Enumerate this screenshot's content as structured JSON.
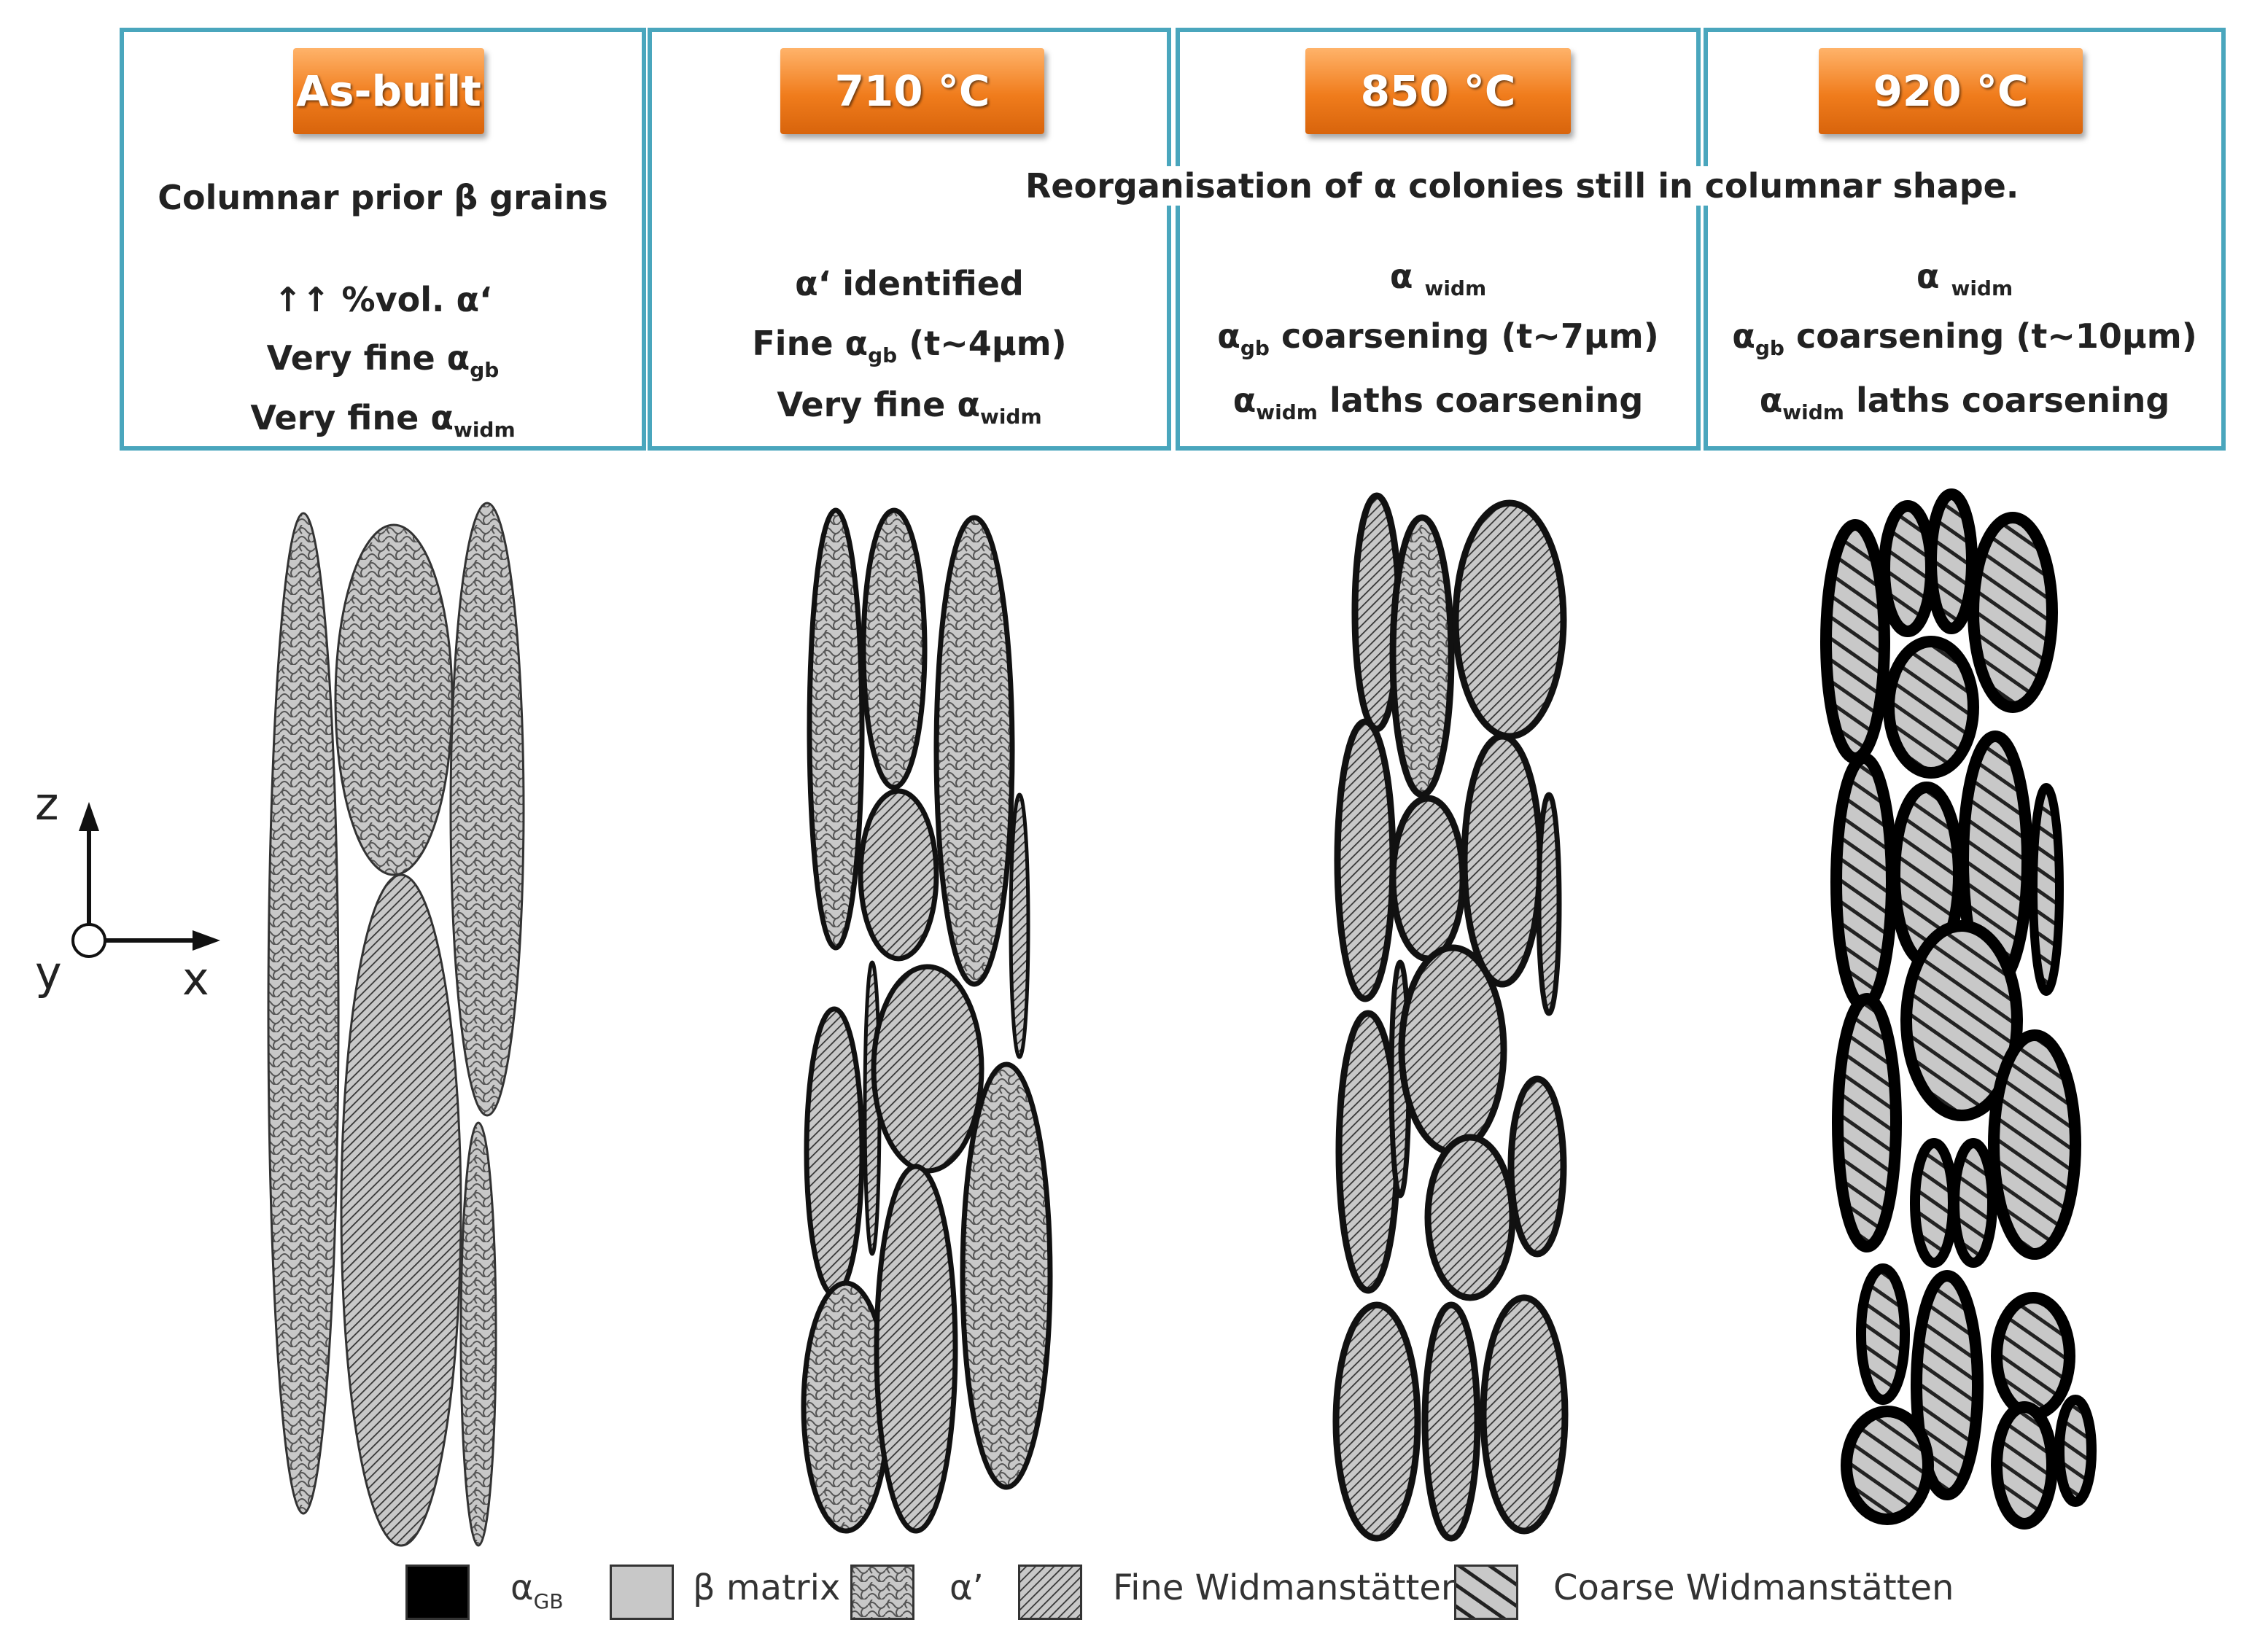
{
  "panels": [
    {
      "title": "As-built",
      "line1": "Columnar prior β grains",
      "line2": "↑↑ %vol. α‘",
      "line3_main": "Very fine α",
      "line3_sub": "gb",
      "line4_main": "Very fine α",
      "line4_sub": "widm"
    },
    {
      "title": "710 °C",
      "line1_main": "α‘ identified",
      "line2_main": "Fine α",
      "line2_sub": "gb",
      "line2_tail": "(t~4μm)",
      "line3_main": "Very fine α",
      "line3_sub": "widm"
    },
    {
      "title": "850 °C",
      "line1_main": "α",
      "line1_sub": "widm",
      "line2_main": "α",
      "line2_sub": "gb",
      "line2_tail": "coarsening  (t~7μm)",
      "line3_main": "α",
      "line3_sub": "widm",
      "line3_tail": "laths coarsening"
    },
    {
      "title": "920 °C",
      "line1_main": "α",
      "line1_sub": "widm",
      "line2_main": "α",
      "line2_sub": "gb",
      "line2_tail": "coarsening (t~10μm)",
      "line3_main": "α",
      "line3_sub": "widm",
      "line3_tail": "laths coarsening"
    }
  ],
  "shared_note": "Reorganisation of α colonies  still in columnar shape.",
  "axes": {
    "z": "z",
    "x": "x",
    "y": "y"
  },
  "legend": [
    {
      "label_main": "α",
      "label_sub": "GB",
      "fill": "#000000"
    },
    {
      "label_main": "β matrix",
      "label_sub": "",
      "fill": "#c8c8c8"
    },
    {
      "label_main": "α’",
      "label_sub": "",
      "fill": "pattern-alpha-prime"
    },
    {
      "label_main": "Fine Widmanstätten",
      "label_sub": "",
      "fill": "pattern-fine-widm"
    },
    {
      "label_main": "Coarse Widmanstätten",
      "label_sub": "",
      "fill": "pattern-coarse-widm"
    }
  ],
  "colors": {
    "panel_border": "#4aa6bd",
    "tab_orange": "#f07c1c",
    "beta_grey": "#c8c8c8",
    "alpha_gb": "#000000"
  }
}
